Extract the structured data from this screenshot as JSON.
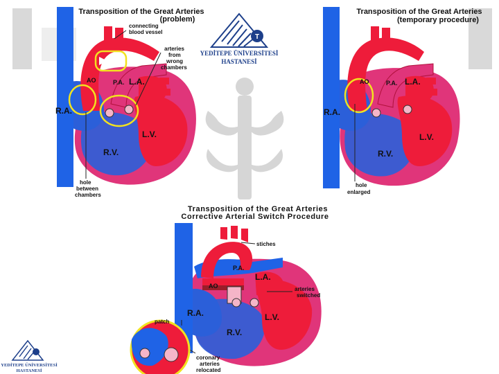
{
  "panels": {
    "problem": {
      "title_line1": "Transposition of the Great Arteries",
      "title_line2": "(problem)",
      "labels": {
        "connecting": "connecting",
        "blood_vessel": "blood vessel",
        "arteries": "arteries",
        "from": "from",
        "wrong": "wrong",
        "chambers": "chambers",
        "ao": "AO",
        "pa": "P.A.",
        "la": "L.A.",
        "ra": "R.A.",
        "lv": "L.V.",
        "rv": "R.V.",
        "hole": "hole",
        "between": "between",
        "chambers2": "chambers"
      }
    },
    "temporary": {
      "title_line1": "Transposition of the Great Arteries",
      "title_line2": "(temporary procedure)",
      "labels": {
        "ao": "AO",
        "pa": "P.A.",
        "la": "L.A.",
        "ra": "R.A.",
        "lv": "L.V.",
        "rv": "R.V.",
        "hole": "hole",
        "enlarged": "enlarged"
      }
    },
    "switch": {
      "title_line1": "Transposition of the Great Arteries",
      "title_line2": "Corrective Arterial Switch Procedure",
      "labels": {
        "stiches": "stiches",
        "pa": "P.A.",
        "ao": "AO",
        "la": "L.A.",
        "arteries": "arteries",
        "switched": "switched",
        "ra": "R.A.",
        "lv": "L.V.",
        "rv": "R.V.",
        "patch": "patch",
        "coronary": "coronary",
        "arteries2": "arteries",
        "relocated": "relocated"
      }
    }
  },
  "logo": {
    "line1": "YEDİTEPE ÜNİVERSİTESİ",
    "line2": "HASTANESİ"
  },
  "colors": {
    "vein_blue": "#1f63e6",
    "artery_red": "#ee1c3a",
    "muscle_pink": "#e0357a",
    "highlight_yellow": "#f2e21f",
    "logo_blue": "#1d3f8a",
    "watermark_gray": "#d9d9d9"
  }
}
